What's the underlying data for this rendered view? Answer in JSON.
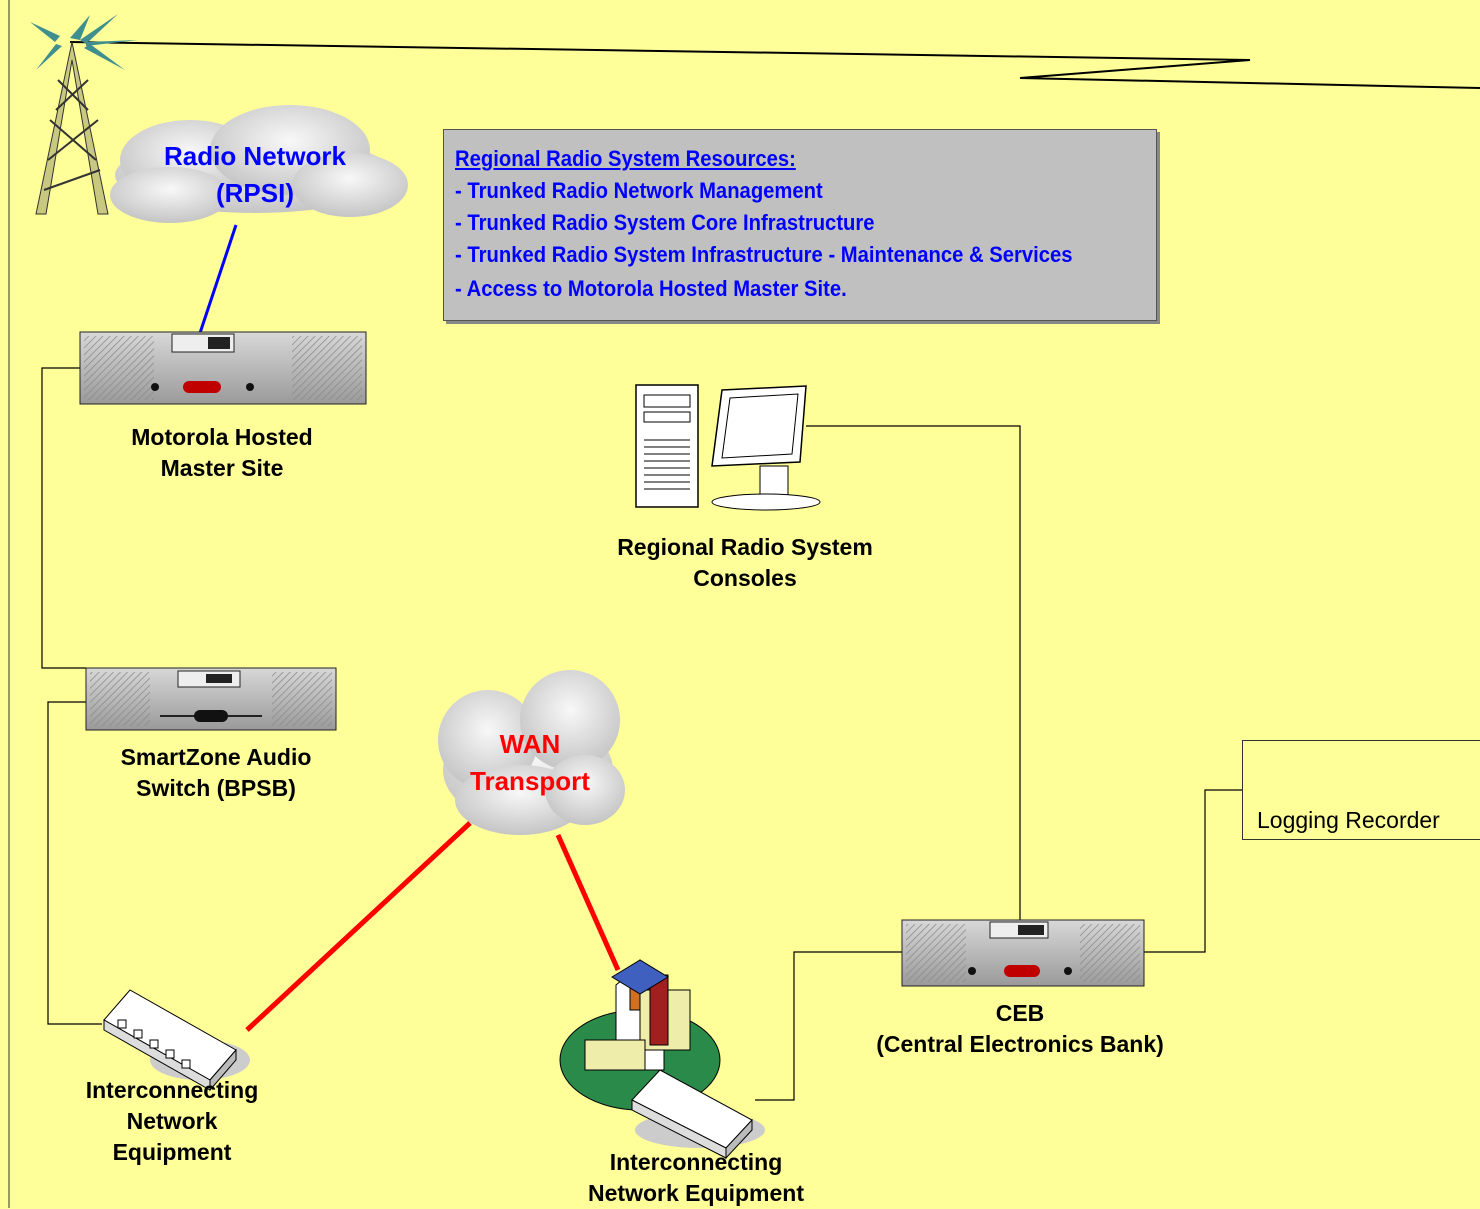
{
  "radio_cloud": {
    "line1": "Radio Network",
    "line2": "(RPSI)"
  },
  "wan_cloud": {
    "line1": "WAN",
    "line2": "Transport"
  },
  "resources": {
    "header": "Regional Radio System Resources:",
    "items": [
      "- Trunked Radio Network Management",
      "- Trunked Radio System Core Infrastructure",
      "- Trunked Radio System Infrastructure - Maintenance & Services",
      "- Access to Motorola Hosted Master Site."
    ]
  },
  "labels": {
    "master_site": {
      "line1": "Motorola Hosted",
      "line2": "Master Site"
    },
    "consoles": {
      "line1": "Regional Radio System",
      "line2": "Consoles"
    },
    "audio_switch": {
      "line1": "SmartZone Audio",
      "line2": "Switch (BPSB)"
    },
    "network_left": {
      "line1": "Interconnecting",
      "line2": "Network",
      "line3": "Equipment"
    },
    "network_center": {
      "line1": "Interconnecting",
      "line2": "Network Equipment"
    },
    "ceb": {
      "line1": "CEB",
      "line2": "(Central Electronics Bank)"
    },
    "logger": "Logging Recorder"
  },
  "colors": {
    "background": "#ffff99",
    "radio_link": "#0000ff",
    "wan_link": "#ff0000",
    "resource_text": "#0000ff",
    "resource_box": "#c0c0c0"
  }
}
